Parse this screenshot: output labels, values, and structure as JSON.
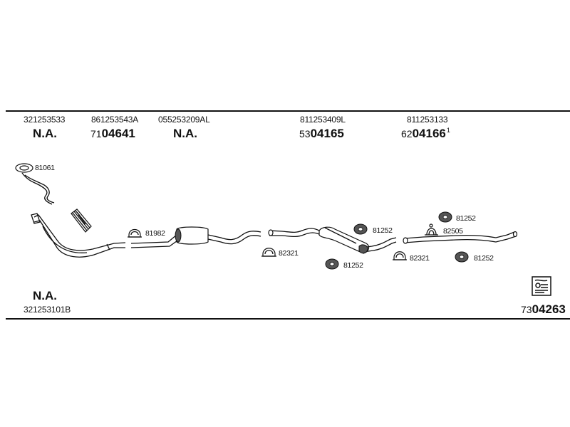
{
  "header_parts": [
    {
      "part_number": "321253533",
      "code_prefix": "",
      "code": "N.A.",
      "note": ""
    },
    {
      "part_number": "861253543A",
      "code_prefix": "71",
      "code": "04641",
      "note": ""
    },
    {
      "part_number": "055253209AL",
      "code_prefix": "",
      "code": "N.A.",
      "note": ""
    },
    {
      "part_number": "811253409L",
      "code_prefix": "53",
      "code": "04165",
      "note": ""
    },
    {
      "part_number": "811253133",
      "code_prefix": "62",
      "code": "04166",
      "note": "1"
    }
  ],
  "labels": {
    "l81061": "81061",
    "l81982": "81982",
    "l82321a": "82321",
    "l81252a": "81252",
    "l81252b": "81252",
    "l82321b": "82321",
    "l81252c": "81252",
    "l82505": "82505",
    "l81252d": "81252"
  },
  "footer": {
    "left_code": "N.A.",
    "left_part_number": "321253101B",
    "right_prefix": "73",
    "right_code": "04263"
  },
  "icons": {
    "gasket": "gasket-ring-icon",
    "clamp": "u-clamp-icon",
    "hanger": "rubber-hanger-icon",
    "catalog": "catalog-book-icon"
  }
}
